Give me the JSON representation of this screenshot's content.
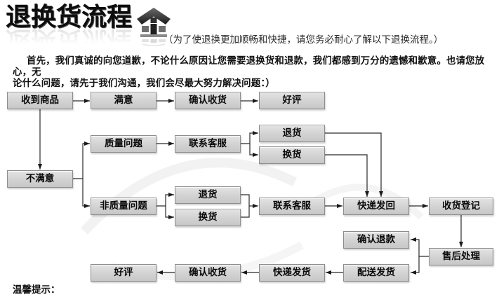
{
  "header": {
    "title": "退换货流程",
    "subtitle": "（为了使退换更加顺畅和快捷，请您务必耐心了解以下退换流程。）",
    "icon": "house-icon"
  },
  "intro": {
    "line1": "首先，我们真诚的向您道歉，不论什么原因让您需要退换货和退款，我们都感到万分的遗憾和歉意。也请您放心，无",
    "line2": "论什么问题，请先于我们沟通，我们会尽最大努力解决问题：）"
  },
  "flowchart": {
    "nodes": [
      {
        "id": "received-goods",
        "label": "收到商品"
      },
      {
        "id": "satisfied",
        "label": "满意"
      },
      {
        "id": "confirm-receipt-top",
        "label": "确认收货"
      },
      {
        "id": "positive-review-top",
        "label": "好评"
      },
      {
        "id": "quality-issue",
        "label": "质量问题"
      },
      {
        "id": "contact-service-quality",
        "label": "联系客服"
      },
      {
        "id": "return-goods-quality",
        "label": "退货"
      },
      {
        "id": "exchange-goods-quality",
        "label": "换货"
      },
      {
        "id": "unsatisfied",
        "label": "不满意"
      },
      {
        "id": "non-quality-issue",
        "label": "非质量问题"
      },
      {
        "id": "return-goods-nonquality",
        "label": "退货"
      },
      {
        "id": "exchange-goods-nonquality",
        "label": "换货"
      },
      {
        "id": "contact-service-nonquality",
        "label": "联系客服"
      },
      {
        "id": "express-send-back",
        "label": "快递发回"
      },
      {
        "id": "receipt-registration",
        "label": "收货登记"
      },
      {
        "id": "confirm-refund",
        "label": "确认退款"
      },
      {
        "id": "after-sales-processing",
        "label": "售后处理"
      },
      {
        "id": "dispatch-shipping",
        "label": "配送发货"
      },
      {
        "id": "express-shipping",
        "label": "快递发货"
      },
      {
        "id": "confirm-receipt-bottom",
        "label": "确认收货"
      },
      {
        "id": "positive-review-bottom",
        "label": "好评"
      }
    ]
  },
  "footer": {
    "tip_label": "温馨提示："
  },
  "colors": {
    "node_fill": "#d2d2d2",
    "node_border": "#8d8d8d",
    "connector": "#2a2a2a",
    "title_text": "#0d0d0d",
    "background": "#ffffff"
  }
}
